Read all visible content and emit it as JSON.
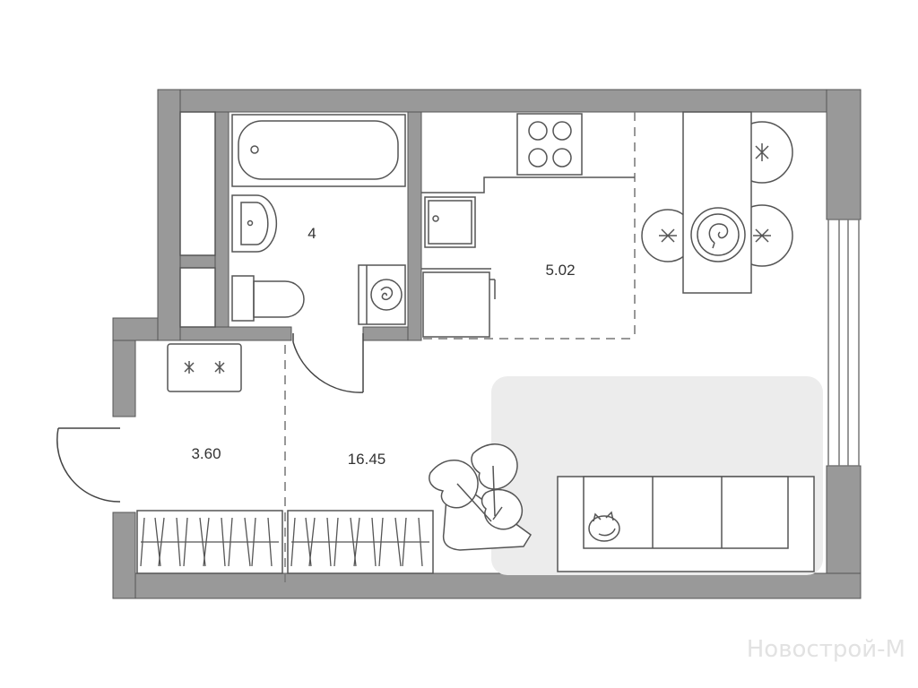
{
  "rooms": {
    "bathroom": {
      "area": "4"
    },
    "kitchen": {
      "area": "5.02"
    },
    "hallway": {
      "area": "3.60"
    },
    "living": {
      "area": "16.45"
    }
  },
  "watermark": {
    "text": "Новострой-М"
  },
  "colors": {
    "wall": "#999999",
    "wall_outline": "#555555",
    "line": "#606060",
    "carpet": "#ececec",
    "background": "#ffffff"
  },
  "icons": [
    "bathtub-icon",
    "sink-icon",
    "toilet-icon",
    "washing-machine-icon",
    "stove-icon",
    "kitchen-sink-icon",
    "fridge-icon",
    "dining-table-icon",
    "chair-icon",
    "wardrobe-icon",
    "sofa-icon",
    "cat-icon",
    "plant-icon",
    "door-icon",
    "window-icon"
  ]
}
